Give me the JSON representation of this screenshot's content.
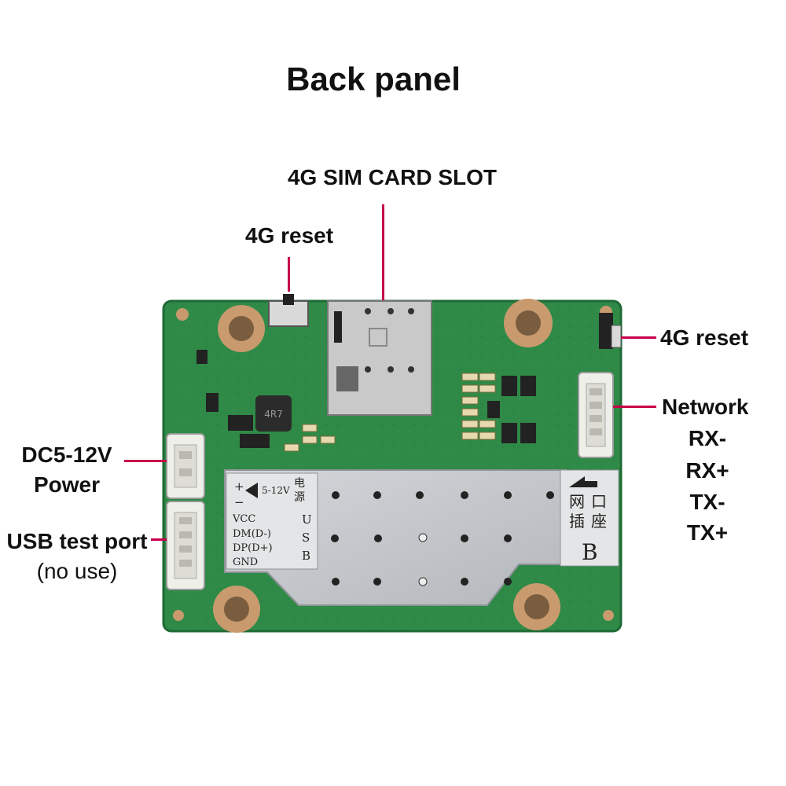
{
  "title": "Back panel",
  "labels": {
    "sim_slot": "4G SIM CARD SLOT",
    "reset_top": "4G reset",
    "reset_right": "4G reset",
    "network": "Network",
    "network_pins": [
      "RX-",
      "RX+",
      "TX-",
      "TX+"
    ],
    "power_line1": "DC5-12V",
    "power_line2": "Power",
    "usb_line1": "USB test port",
    "usb_line2": "(no use)"
  },
  "board_silkscreen": {
    "plus": "+",
    "minus": "−",
    "voltage": "5-12V",
    "power_cn": [
      "电",
      "源"
    ],
    "usb_pins": [
      "VCC",
      "DM(D-)",
      "DP(D+)",
      "GND"
    ],
    "usb_letters": [
      "U",
      "S",
      "B"
    ],
    "network_cn": [
      "网",
      "口",
      "插",
      "座"
    ],
    "b_mark": "B",
    "inductor": "4R7"
  },
  "colors": {
    "pcb": "#2f8a47",
    "pcb_dark": "#1e6a34",
    "shield": "#c9cccf",
    "pointer_line": "#c8004a"
  }
}
